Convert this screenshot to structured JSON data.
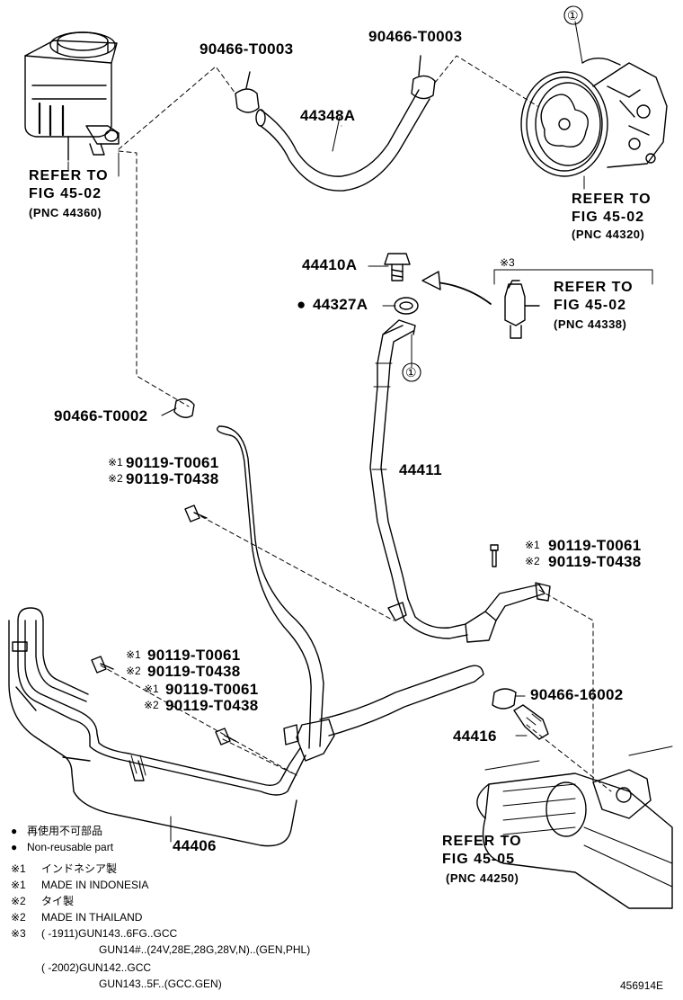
{
  "parts": {
    "clamp_t0003_left": "90466-T0003",
    "clamp_t0003_right": "90466-T0003",
    "hose_44348a": "44348A",
    "union_bolt_44410a": "44410A",
    "gasket_44327a": "44327A",
    "pressure_hose_44411": "44411",
    "clamp_t0002": "90466-T0002",
    "tube_44406": "44406",
    "union_44416": "44416",
    "clamp_16002": "90466-16002",
    "bolt_a_1": "90119-T0061",
    "bolt_a_2": "90119-T0438",
    "bolt_b_1": "90119-T0061",
    "bolt_b_2": "90119-T0438",
    "bolt_c_1": "90119-T0061",
    "bolt_c_2": "90119-T0438",
    "bolt_d_1": "90119-T0061",
    "bolt_d_2": "90119-T0438"
  },
  "marks": {
    "note1": "※1",
    "note2": "※2",
    "note3": "※3",
    "circle1": "①",
    "bullet": "●"
  },
  "refs": {
    "reservoir": {
      "line1": "REFER TO",
      "line2": "FIG 45-02",
      "pnc": "(PNC 44360)"
    },
    "pump": {
      "line1": "REFER TO",
      "line2": "FIG 45-02",
      "pnc": "(PNC 44320)"
    },
    "switch": {
      "line1": "REFER TO",
      "line2": "FIG 45-02",
      "pnc": "(PNC 44338)"
    },
    "gear": {
      "line1": "REFER TO",
      "line2": "FIG 45-05",
      "pnc": "(PNC 44250)"
    }
  },
  "legend": {
    "nonreusable_jp": "再使用不可部品",
    "nonreusable_en": "Non-reusable part",
    "note1_jp": "インドネシア製",
    "note1_en": "MADE IN INDONESIA",
    "note2_jp": "タイ製",
    "note2_en": "MADE IN THAILAND",
    "note3_line1": "(    -1911)GUN143..6FG..GCC",
    "note3_line2": "GUN14#..(24V,28E,28G,28V,N)..(GEN,PHL)",
    "note3_line3": "(    -2002)GUN142..GCC",
    "note3_line4": "GUN143..5F..(GCC.GEN)"
  },
  "figure_id": "456914E"
}
